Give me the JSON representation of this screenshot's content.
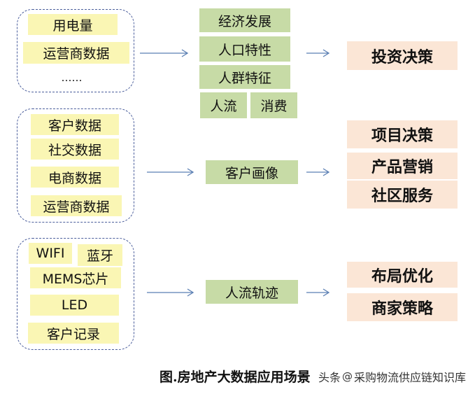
{
  "colors": {
    "source_box": "#faf6b4",
    "middle_box": "#c7dba6",
    "result_box": "#fbe6d6",
    "border": "#4b5e9c",
    "arrow": "#5b7fb3"
  },
  "groups": [
    {
      "sources": [
        "用电量",
        "运营商数据",
        "……"
      ],
      "middle": [
        "经济发展",
        "人口特性",
        "人群特征",
        "人流",
        "消费"
      ],
      "results": [
        "投资决策"
      ]
    },
    {
      "sources": [
        "客户数据",
        "社交数据",
        "电商数据",
        "运营商数据"
      ],
      "middle": [
        "客户画像"
      ],
      "results": [
        "项目决策",
        "产品营销",
        "社区服务"
      ]
    },
    {
      "sources": [
        "WIFI",
        "蓝牙",
        "MEMS芯片",
        "LED",
        "客户记录"
      ],
      "middle": [
        "人流轨迹"
      ],
      "results": [
        "布局优化",
        "商家策略"
      ]
    }
  ],
  "caption": "图.房地产大数据应用场景",
  "watermark": {
    "prefix": "头条",
    "at": "@",
    "text": "采购物流供应链知识库"
  }
}
